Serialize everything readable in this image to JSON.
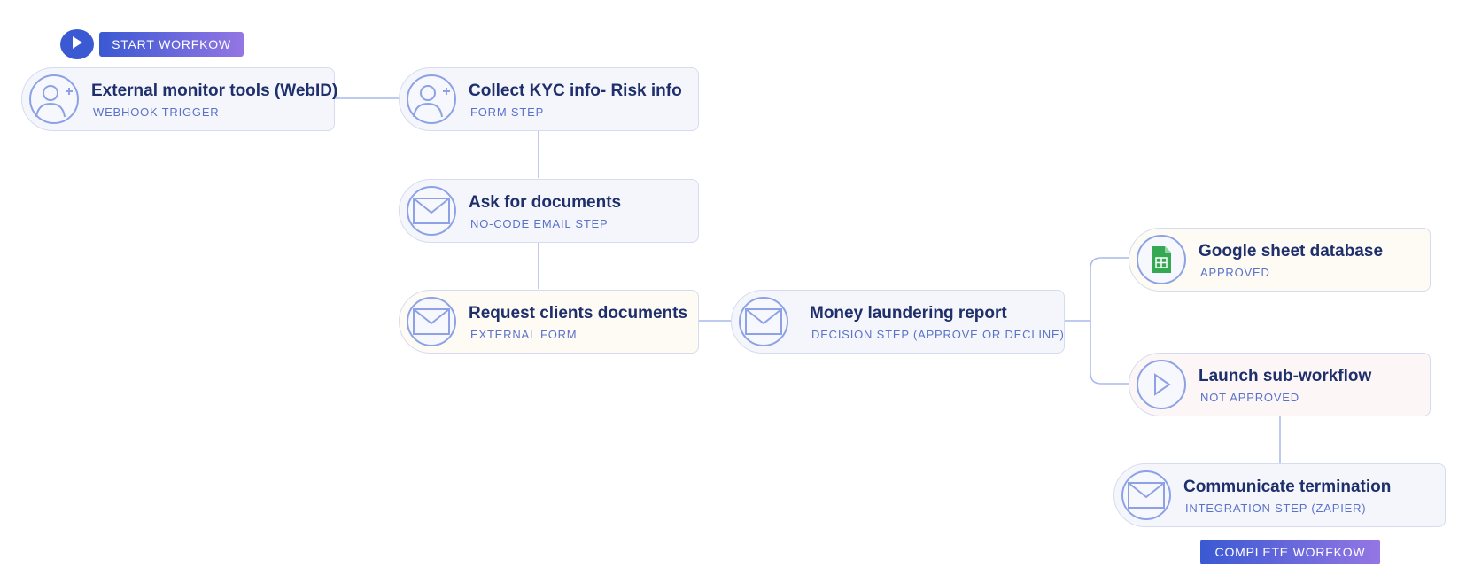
{
  "start_button": {
    "label": "START WORFKOW",
    "icon": "play-icon"
  },
  "complete_button": {
    "label": "COMPLETE WORFKOW"
  },
  "nodes": [
    {
      "title": "External monitor tools (WebID)",
      "subtitle": "WEBHOOK TRIGGER",
      "icon": "user-add-icon"
    },
    {
      "title": "Collect KYC info- Risk info",
      "subtitle": "FORM STEP",
      "icon": "user-add-icon"
    },
    {
      "title": "Ask for documents",
      "subtitle": "NO-CODE EMAIL STEP",
      "icon": "mail-icon"
    },
    {
      "title": "Request clients documents",
      "subtitle": "EXTERNAL FORM",
      "icon": "mail-icon"
    },
    {
      "title": "Money laundering report",
      "subtitle": "DECISION STEP (APPROVE OR DECLINE)",
      "icon": "mail-icon"
    },
    {
      "title": "Google sheet database",
      "subtitle": "APPROVED",
      "icon": "google-sheets-icon"
    },
    {
      "title": "Launch sub-workflow",
      "subtitle": "NOT APPROVED",
      "icon": "play-outline-icon"
    },
    {
      "title": "Communicate termination",
      "subtitle": "INTEGRATION STEP (ZAPIER)",
      "icon": "mail-icon"
    }
  ],
  "colors": {
    "accent_start": "#3a59d2",
    "accent_end": "#9476e4",
    "node_border": "#d5dcf0",
    "icon_stroke": "#8da2e6",
    "title_text": "#1e2f6b",
    "subtitle_text": "#5a72c9",
    "sheets_green": "#34a853"
  }
}
